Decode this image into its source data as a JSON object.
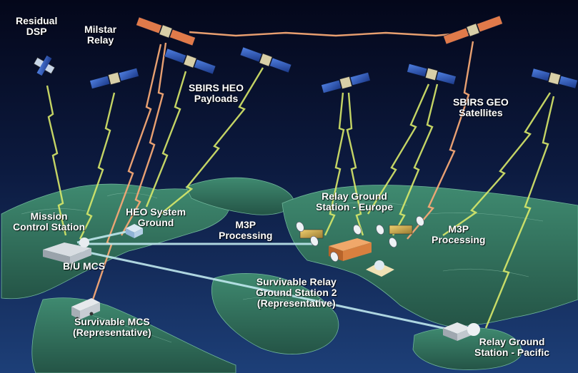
{
  "labels": {
    "residual_dsp": [
      "Residual",
      "DSP"
    ],
    "milstar_relay": [
      "Milstar",
      "Relay"
    ],
    "sbirs_heo_payloads": [
      "SBIRS HEO",
      "Payloads"
    ],
    "sbirs_geo_satellites": [
      "SBIRS GEO",
      "Satellites"
    ],
    "mission_control_station": [
      "Mission",
      "Control Station"
    ],
    "heo_system_ground": [
      "HEO System",
      "Ground"
    ],
    "m3p_processing_left": [
      "M3P",
      "Processing"
    ],
    "relay_ground_station_europe": [
      "Relay Ground",
      "Station - Europe"
    ],
    "m3p_processing_right": [
      "M3P",
      "Processing"
    ],
    "bu_mcs": "B/U MCS",
    "survivable_relay_ground_station_2": [
      "Survivable Relay",
      "Ground Station 2",
      "(Representative)"
    ],
    "survivable_mcs": [
      "Survivable MCS",
      "(Representative)"
    ],
    "relay_ground_station_pacific": [
      "Relay Ground",
      "Station - Pacific"
    ]
  },
  "colors": {
    "space_top": "#04071a",
    "space_bottom": "#1a3a70",
    "land": "#2f6a56",
    "land_highlight": "#4f9a80",
    "uplink": "#d9e96a",
    "milstar_link": "#f5a875",
    "ground_link": "#bfe8ee",
    "solar_panel": "#2f5bb8",
    "label_text": "#ffffff"
  },
  "icons": [
    "satellite-icon",
    "ground-station-icon",
    "radar-dish-icon",
    "building-icon",
    "truck-icon"
  ]
}
